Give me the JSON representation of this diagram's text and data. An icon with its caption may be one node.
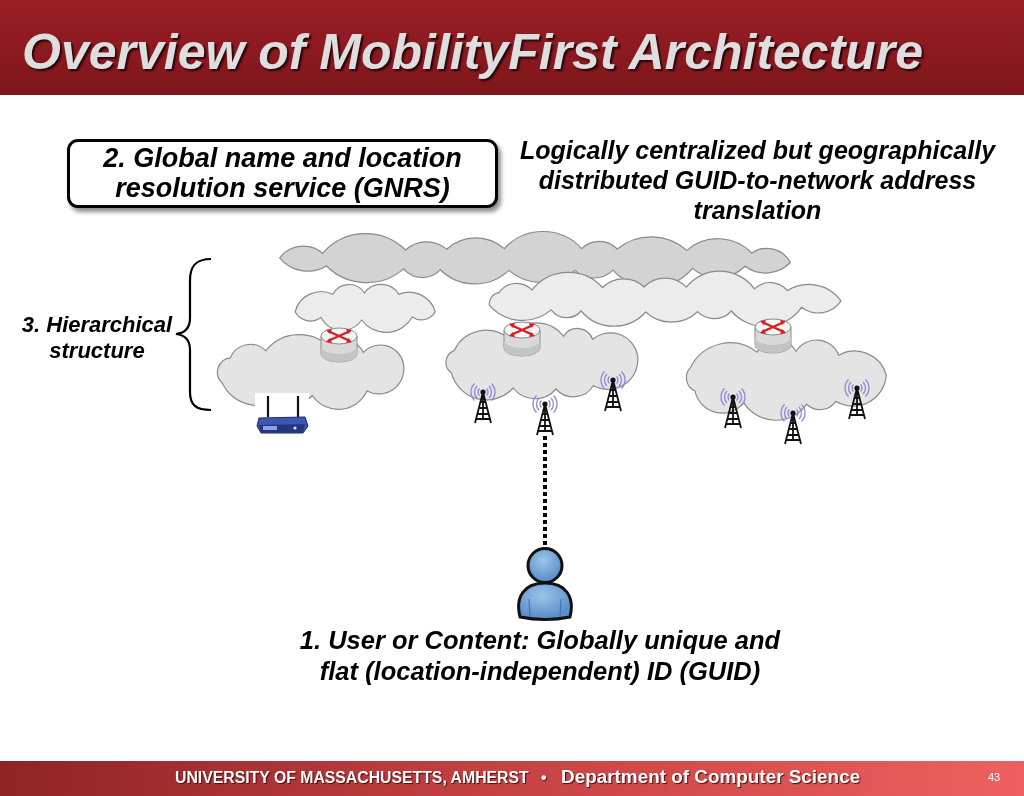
{
  "diagram": {
    "title": "Overview of MobilityFirst Architecture",
    "nodes": [
      {
        "text": [
          "2. Global name and location resolution service (GNRS)"
        ],
        "beside": [
          "Logically centralized but geographically distributed GUID-to-network address translation"
        ]
      },
      {
        "text": [],
        "shape": "tower"
      },
      {
        "text": [],
        "shape": "person",
        "beside": [
          "1. User or Content: Globally unique and flat (location-independent) ID (GUID)"
        ]
      }
    ],
    "edges": [
      {
        "from": 1,
        "to": 2,
        "arrow": "none",
        "style": "dashed"
      }
    ],
    "labels": [
      "3. Hierarchical structure",
      "UNIVERSITY OF MASSACHUSETTS, AMHERST",
      "•",
      "Department of Computer Science",
      "43"
    ]
  }
}
